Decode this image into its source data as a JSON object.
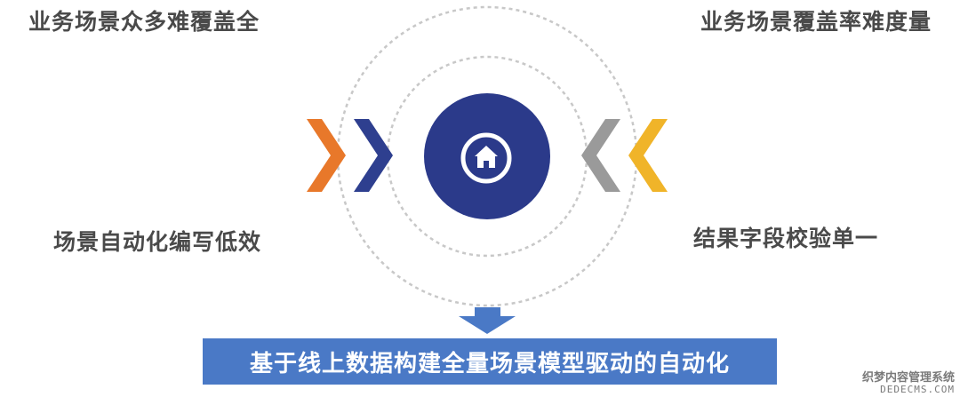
{
  "labels": {
    "top_left": "业务场景众多难覆盖全",
    "top_right": "业务场景覆盖率难度量",
    "bottom_left": "场景自动化编写低效",
    "bottom_right": "结果字段校验单一"
  },
  "banner": {
    "text": "基于线上数据构建全量场景模型驱动的自动化"
  },
  "center": {
    "icon": "home-icon"
  },
  "colors": {
    "orange_chevron": "#e8782a",
    "navy_chevron": "#2e3f8f",
    "gray_chevron": "#9a9a9a",
    "yellow_chevron": "#f0b429",
    "center_circle": "#2b3a8a",
    "banner": "#4a79c6",
    "down_arrow": "#4a79c6"
  },
  "watermark": {
    "line1": "织梦内容管理系统",
    "line2": "DEDECMS.COM"
  }
}
